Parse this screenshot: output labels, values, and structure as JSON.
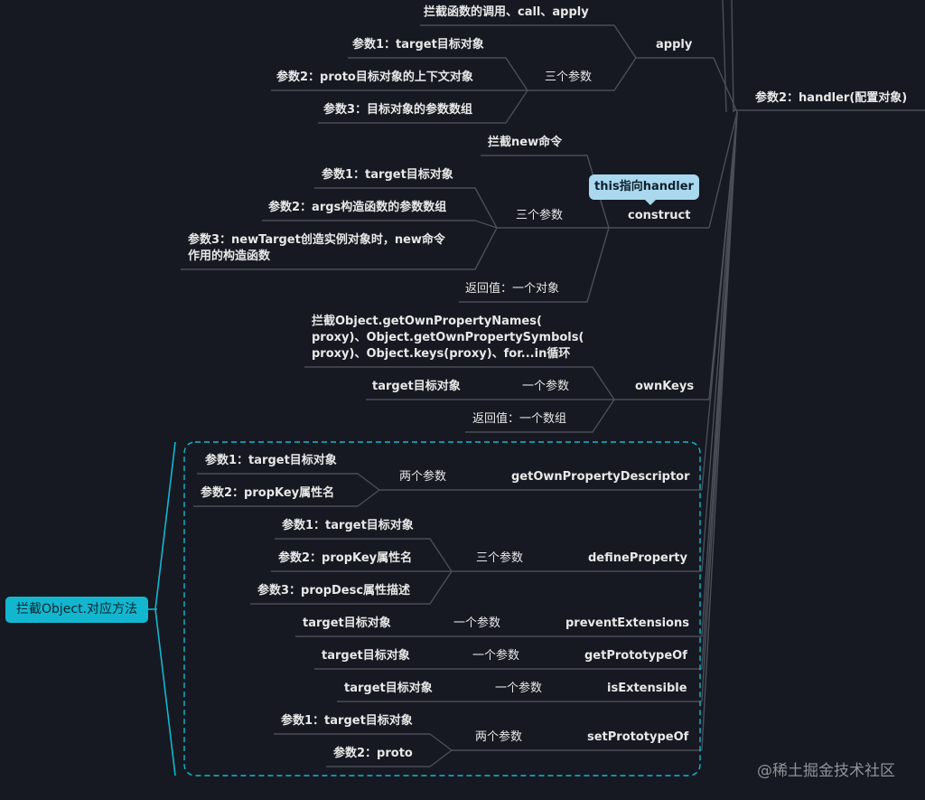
{
  "colors": {
    "background": "#161921",
    "line": "#4a4e57",
    "accent": "#12b7cf",
    "callout": "#a9d8ef",
    "text": "#e8e8e8"
  },
  "root": {
    "label": "拦截Object.对应方法"
  },
  "callout": {
    "label": "this指向handler"
  },
  "watermark": "@稀土掘金技术社区",
  "nodes": {
    "handler": "参数2：handler(配置对象)",
    "apply": "apply",
    "apply_desc": "拦截函数的调用、call、apply",
    "apply_params": "三个参数",
    "apply_p1": "参数1：target目标对象",
    "apply_p2": "参数2：proto目标对象的上下文对象",
    "apply_p3": "参数3：目标对象的参数数组",
    "construct": "construct",
    "construct_desc": "拦截new命令",
    "construct_params": "三个参数",
    "construct_p1": "参数1：target目标对象",
    "construct_p2": "参数2：args构造函数的参数数组",
    "construct_p3_line1": "参数3：newTarget创造实例对象时，new命令",
    "construct_p3_line2": "作用的构造函数",
    "construct_ret": "返回值：一个对象",
    "ownkeys": "ownKeys",
    "ownkeys_desc_line1": "拦截Object.getOwnPropertyNames(",
    "ownkeys_desc_line2": "proxy)、Object.getOwnPropertySymbols(",
    "ownkeys_desc_line3": "proxy)、Object.keys(proxy)、for...in循环",
    "ownkeys_params": "一个参数",
    "ownkeys_p1": "target目标对象",
    "ownkeys_ret": "返回值：一个数组",
    "gopd": "getOwnPropertyDescriptor",
    "gopd_params": "两个参数",
    "gopd_p1": "参数1：target目标对象",
    "gopd_p2": "参数2：propKey属性名",
    "dp": "defineProperty",
    "dp_params": "三个参数",
    "dp_p1": "参数1：target目标对象",
    "dp_p2": "参数2：propKey属性名",
    "dp_p3": "参数3：propDesc属性描述",
    "pe": "preventExtensions",
    "pe_params": "一个参数",
    "pe_p1": "target目标对象",
    "gpo": "getPrototypeOf",
    "gpo_params": "一个参数",
    "gpo_p1": "target目标对象",
    "ie": "isExtensible",
    "ie_params": "一个参数",
    "ie_p1": "target目标对象",
    "spo": "setPrototypeOf",
    "spo_params": "两个参数",
    "spo_p1": "参数1：target目标对象",
    "spo_p2": "参数2：proto"
  }
}
